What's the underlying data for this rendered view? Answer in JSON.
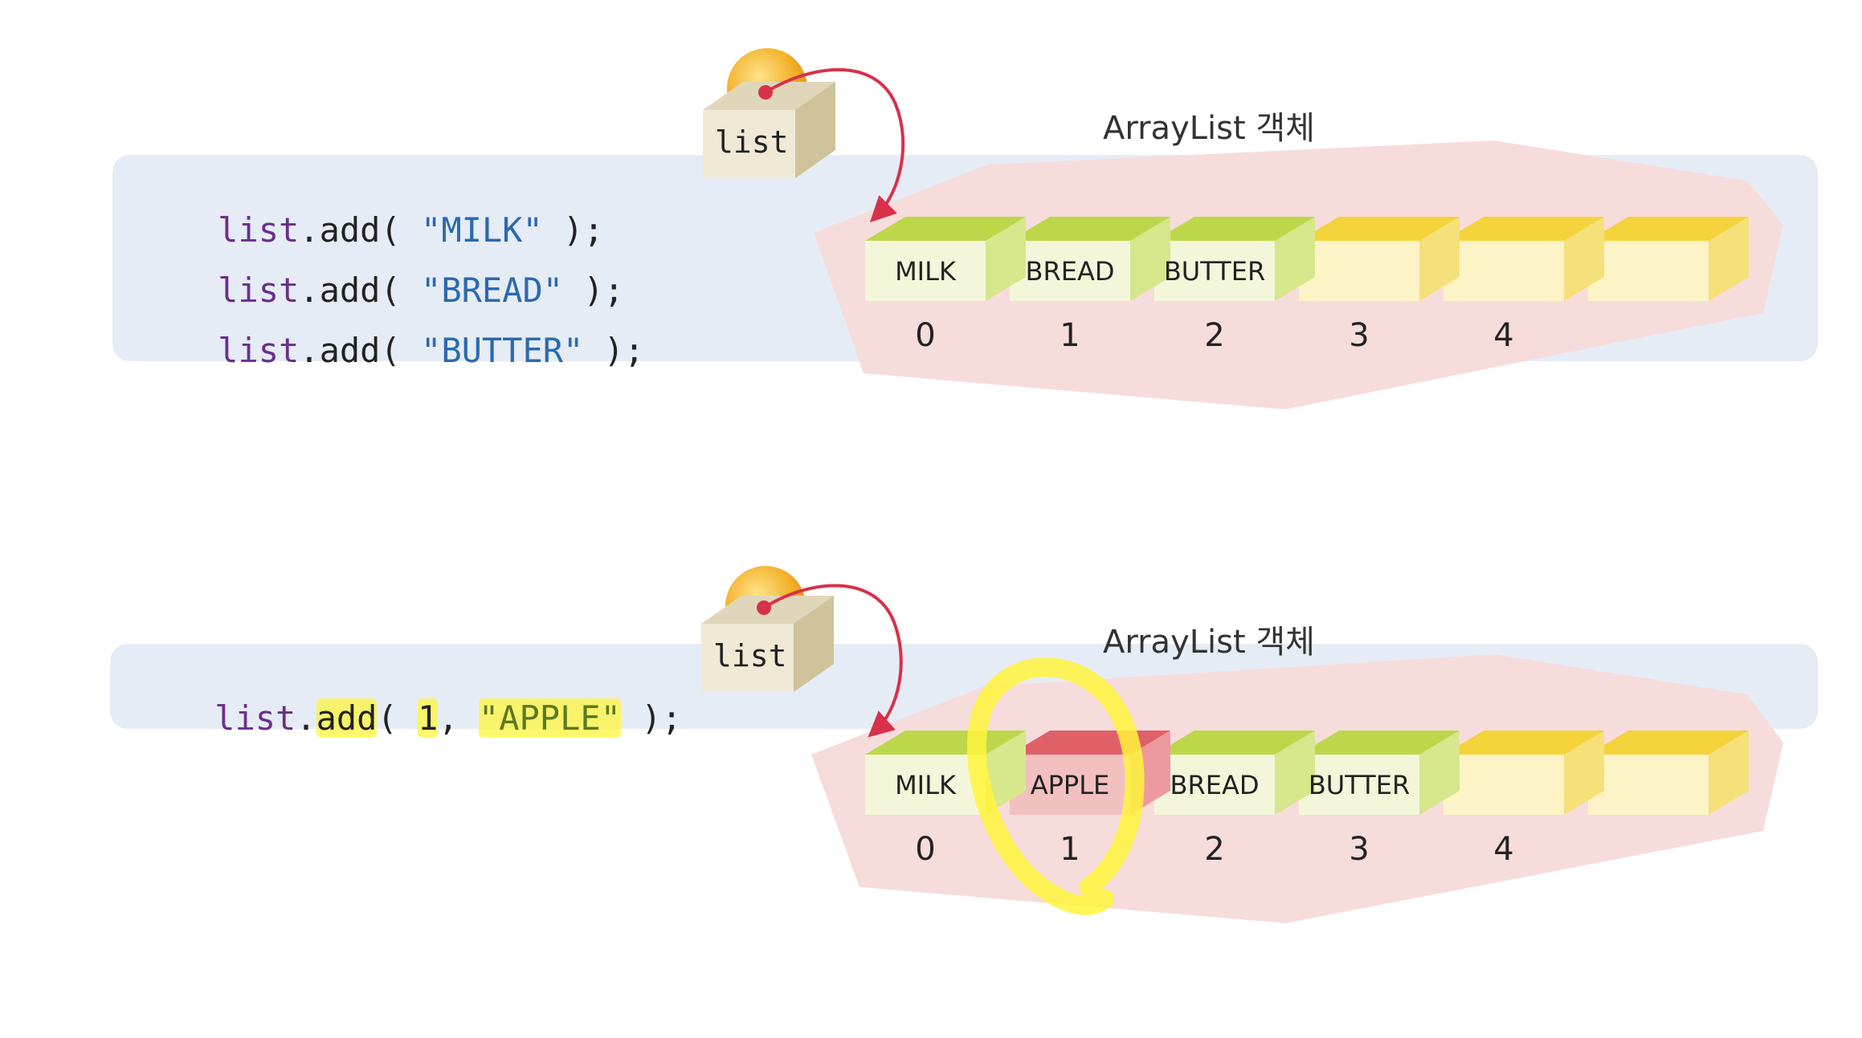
{
  "top": {
    "caption": "ArrayList 객체",
    "ref_label": "list",
    "code": [
      {
        "var": "list",
        "method": ".add( ",
        "arg": "\"MILK\"",
        "end": " );"
      },
      {
        "var": "list",
        "method": ".add( ",
        "arg": "\"BREAD\"",
        "end": " );"
      },
      {
        "var": "list",
        "method": ".add( ",
        "arg": "\"BUTTER\"",
        "end": " );"
      }
    ],
    "cells": [
      {
        "label": "MILK",
        "state": "filled"
      },
      {
        "label": "BREAD",
        "state": "filled"
      },
      {
        "label": "BUTTER",
        "state": "filled"
      },
      {
        "label": "",
        "state": "empty"
      },
      {
        "label": "",
        "state": "empty"
      },
      {
        "label": "",
        "state": "empty"
      }
    ],
    "indices": [
      "0",
      "1",
      "2",
      "3",
      "4"
    ]
  },
  "bottom": {
    "caption": "ArrayList 객체",
    "ref_label": "list",
    "code": {
      "var": "list",
      "dot": ".",
      "method": "add",
      "open": "( ",
      "index": "1",
      "comma": ", ",
      "arg": "\"APPLE\"",
      "end": " );"
    },
    "cells": [
      {
        "label": "MILK",
        "state": "filled"
      },
      {
        "label": "APPLE",
        "state": "inserted"
      },
      {
        "label": "BREAD",
        "state": "filled"
      },
      {
        "label": "BUTTER",
        "state": "filled"
      },
      {
        "label": "",
        "state": "empty"
      },
      {
        "label": "",
        "state": "empty"
      }
    ],
    "indices": [
      "0",
      "1",
      "2",
      "3",
      "4"
    ]
  },
  "colors": {
    "panel_bg": "#e6ecf5",
    "array_bg": "#f7dcdc",
    "filled_front": "#f4f6da",
    "filled_top": "#bcd84a",
    "filled_side": "#d7e78c",
    "empty_front": "#fcf4c6",
    "empty_top": "#f5d33a",
    "empty_side": "#f5e07a",
    "inserted_front": "#f3c0c0",
    "inserted_top": "#e06068",
    "inserted_side": "#ec9aa0",
    "arrow": "#d8314a",
    "highlight": "#fff53c"
  }
}
